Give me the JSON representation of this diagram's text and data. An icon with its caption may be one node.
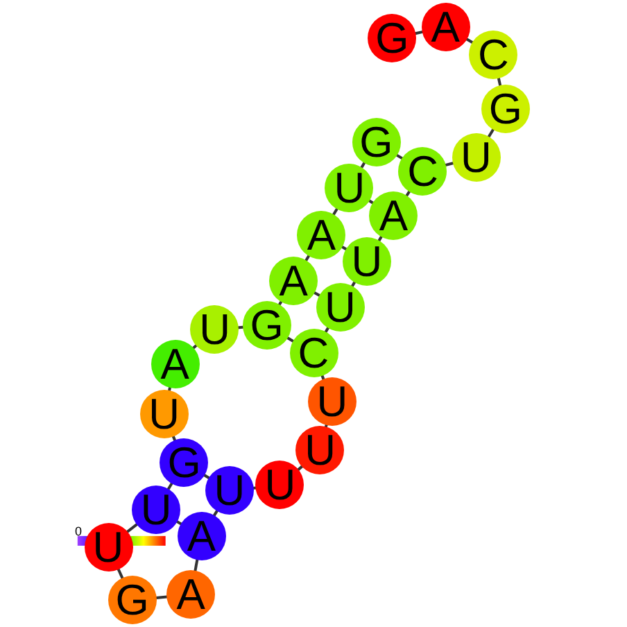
{
  "diagram": {
    "nodes": [
      {
        "text": [
          "G"
        ]
      },
      {
        "text": [
          "A"
        ]
      },
      {
        "text": [
          "C"
        ]
      },
      {
        "text": [
          "G"
        ]
      },
      {
        "text": [
          "U"
        ]
      },
      {
        "text": [
          "C"
        ]
      },
      {
        "text": [
          "A"
        ]
      },
      {
        "text": [
          "U"
        ]
      },
      {
        "text": [
          "U"
        ]
      },
      {
        "text": [
          "C"
        ]
      },
      {
        "text": [
          "U"
        ]
      },
      {
        "text": [
          "U"
        ]
      },
      {
        "text": [
          "U"
        ]
      },
      {
        "text": [
          "U"
        ]
      },
      {
        "text": [
          "A"
        ]
      },
      {
        "text": [
          "A"
        ]
      },
      {
        "text": [
          "G"
        ]
      },
      {
        "text": [
          "U"
        ]
      },
      {
        "text": [
          "U"
        ]
      },
      {
        "text": [
          "G"
        ]
      },
      {
        "text": [
          "U"
        ]
      },
      {
        "text": [
          "A"
        ]
      },
      {
        "text": [
          "U"
        ]
      },
      {
        "text": [
          "G"
        ]
      },
      {
        "text": [
          "A"
        ]
      },
      {
        "text": [
          "A"
        ]
      },
      {
        "text": [
          "U"
        ]
      },
      {
        "text": [
          "G"
        ]
      }
    ],
    "edges": [
      {
        "from": 0,
        "to": 1,
        "arrow": "none"
      },
      {
        "from": 1,
        "to": 2,
        "arrow": "none"
      },
      {
        "from": 2,
        "to": 3,
        "arrow": "none"
      },
      {
        "from": 3,
        "to": 4,
        "arrow": "none"
      },
      {
        "from": 4,
        "to": 5,
        "arrow": "none"
      },
      {
        "from": 5,
        "to": 6,
        "arrow": "none"
      },
      {
        "from": 6,
        "to": 7,
        "arrow": "none"
      },
      {
        "from": 7,
        "to": 8,
        "arrow": "none"
      },
      {
        "from": 8,
        "to": 9,
        "arrow": "none"
      },
      {
        "from": 9,
        "to": 10,
        "arrow": "none"
      },
      {
        "from": 10,
        "to": 11,
        "arrow": "none"
      },
      {
        "from": 11,
        "to": 12,
        "arrow": "none"
      },
      {
        "from": 12,
        "to": 13,
        "arrow": "none"
      },
      {
        "from": 13,
        "to": 14,
        "arrow": "none"
      },
      {
        "from": 14,
        "to": 15,
        "arrow": "none"
      },
      {
        "from": 15,
        "to": 16,
        "arrow": "none"
      },
      {
        "from": 16,
        "to": 17,
        "arrow": "none"
      },
      {
        "from": 17,
        "to": 18,
        "arrow": "none"
      },
      {
        "from": 18,
        "to": 19,
        "arrow": "none"
      },
      {
        "from": 19,
        "to": 20,
        "arrow": "none"
      },
      {
        "from": 20,
        "to": 21,
        "arrow": "none"
      },
      {
        "from": 21,
        "to": 22,
        "arrow": "none"
      },
      {
        "from": 22,
        "to": 23,
        "arrow": "none"
      },
      {
        "from": 23,
        "to": 24,
        "arrow": "none"
      },
      {
        "from": 24,
        "to": 25,
        "arrow": "none"
      },
      {
        "from": 25,
        "to": 26,
        "arrow": "none"
      },
      {
        "from": 26,
        "to": 27,
        "arrow": "none"
      },
      {
        "from": 27,
        "to": 5,
        "arrow": "none"
      },
      {
        "from": 26,
        "to": 6,
        "arrow": "none"
      },
      {
        "from": 25,
        "to": 7,
        "arrow": "none"
      },
      {
        "from": 24,
        "to": 8,
        "arrow": "none"
      },
      {
        "from": 23,
        "to": 9,
        "arrow": "none"
      },
      {
        "from": 19,
        "to": 13,
        "arrow": "none"
      },
      {
        "from": 18,
        "to": 14,
        "arrow": "none"
      }
    ],
    "labels": [
      "0"
    ]
  }
}
